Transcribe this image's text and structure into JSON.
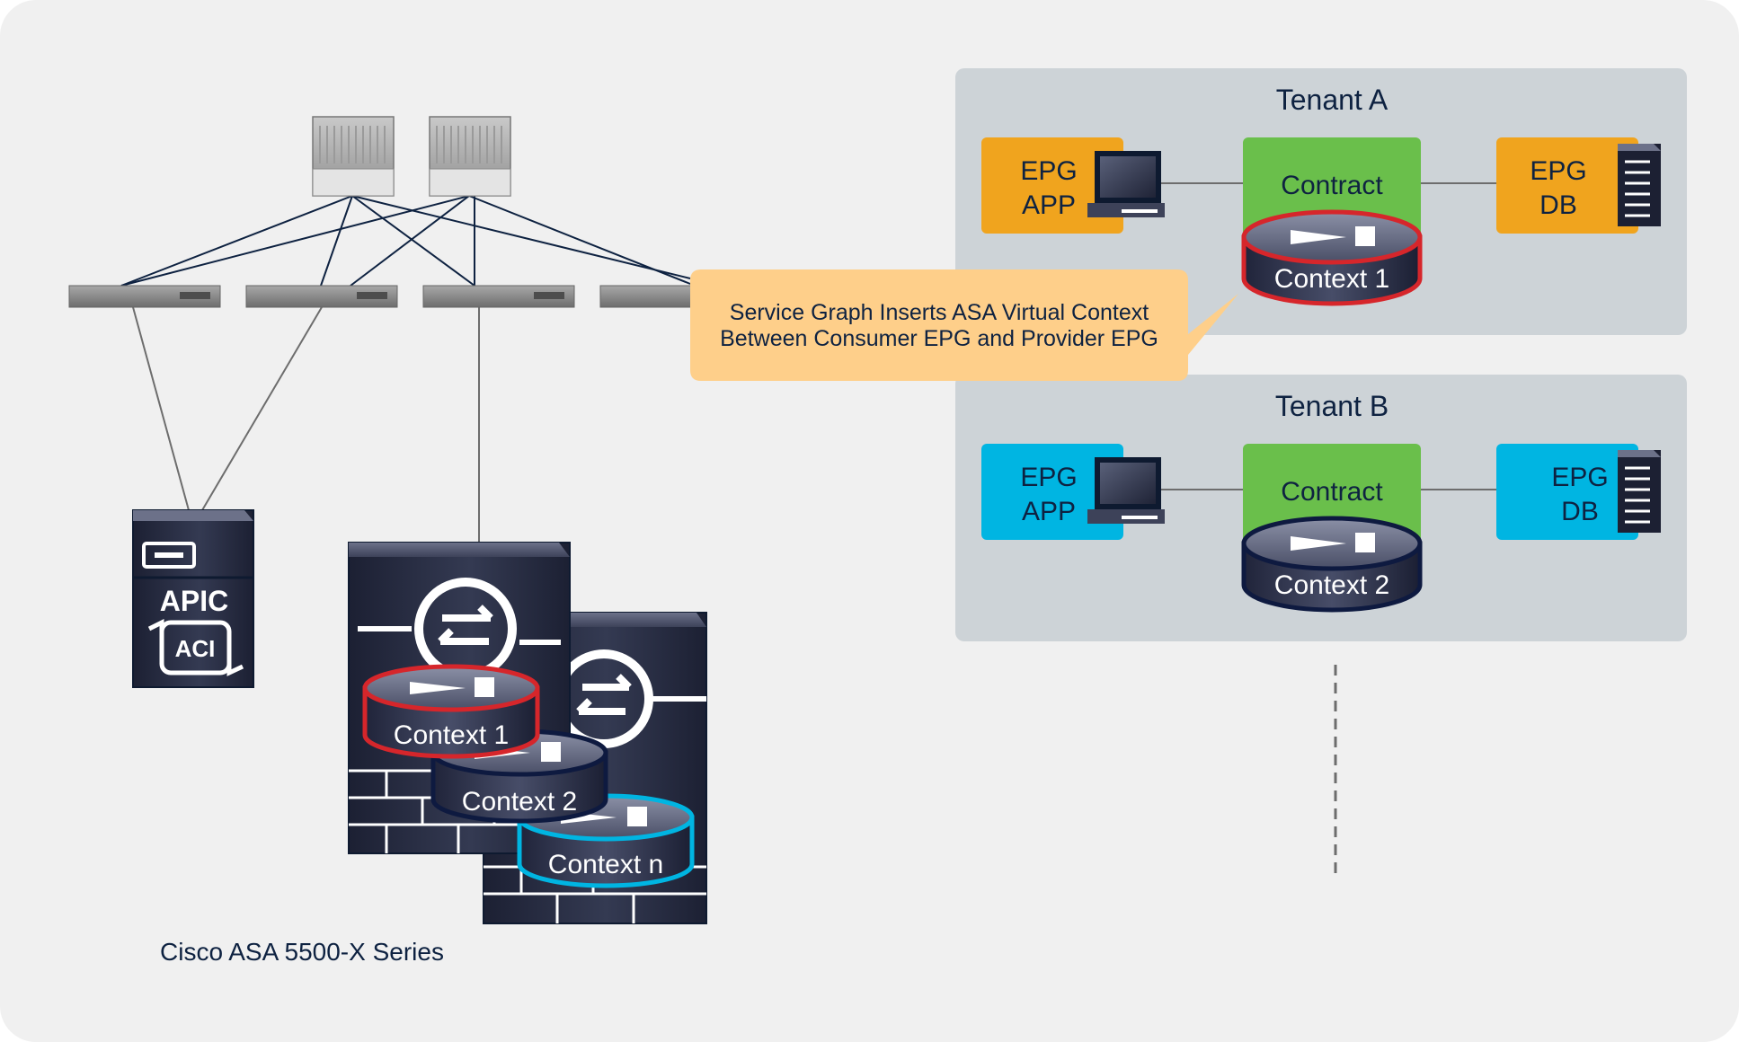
{
  "spine_count": 2,
  "leaf_count": 4,
  "callout": {
    "line1": "Service Graph Inserts ASA Virtual Context",
    "line2": "Between Consumer EPG and Provider EPG"
  },
  "apic": {
    "label": "APIC",
    "badge": "ACI"
  },
  "firewall": {
    "caption": "Cisco ASA 5500-X Series",
    "contexts": [
      "Context 1",
      "Context 2",
      "Context n"
    ]
  },
  "tenants": [
    {
      "title": "Tenant A",
      "color": "#f0a41e",
      "context_ring": "#d6262b",
      "app_line1": "EPG",
      "app_line2": "APP",
      "contract": "Contract",
      "context": "Context 1",
      "db_line1": "EPG",
      "db_line2": "DB"
    },
    {
      "title": "Tenant B",
      "color": "#00b5e2",
      "context_ring": "#0e1a40",
      "app_line1": "EPG",
      "app_line2": "APP",
      "contract": "Contract",
      "context": "Context 2",
      "db_line1": "EPG",
      "db_line2": "DB"
    }
  ],
  "colors": {
    "background": "#f0f0f0",
    "tenant_panel": "#cdd3d7",
    "contract": "#6abf4b",
    "callout": "#fecf8a",
    "text": "#0e2241",
    "device_dark": "#2a2f42"
  }
}
